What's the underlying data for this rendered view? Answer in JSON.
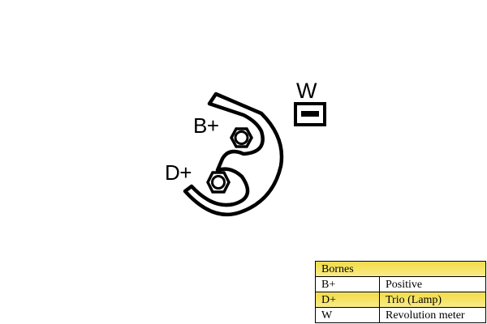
{
  "diagram": {
    "terminals": [
      {
        "id": "bplus",
        "label": "B+",
        "icon": "hex-nut-terminal"
      },
      {
        "id": "dplus",
        "label": "D+",
        "icon": "hex-nut-terminal"
      },
      {
        "id": "w",
        "label": "W",
        "icon": "flat-spade-connector"
      }
    ]
  },
  "legend": {
    "header": "Bornes",
    "highlight_color": "#f4df55",
    "rows": [
      {
        "code": "B+",
        "description": "Positive",
        "highlight": false
      },
      {
        "code": "D+",
        "description": "Trio (Lamp)",
        "highlight": true
      },
      {
        "code": "W",
        "description": "Revolution meter",
        "highlight": false
      }
    ]
  }
}
